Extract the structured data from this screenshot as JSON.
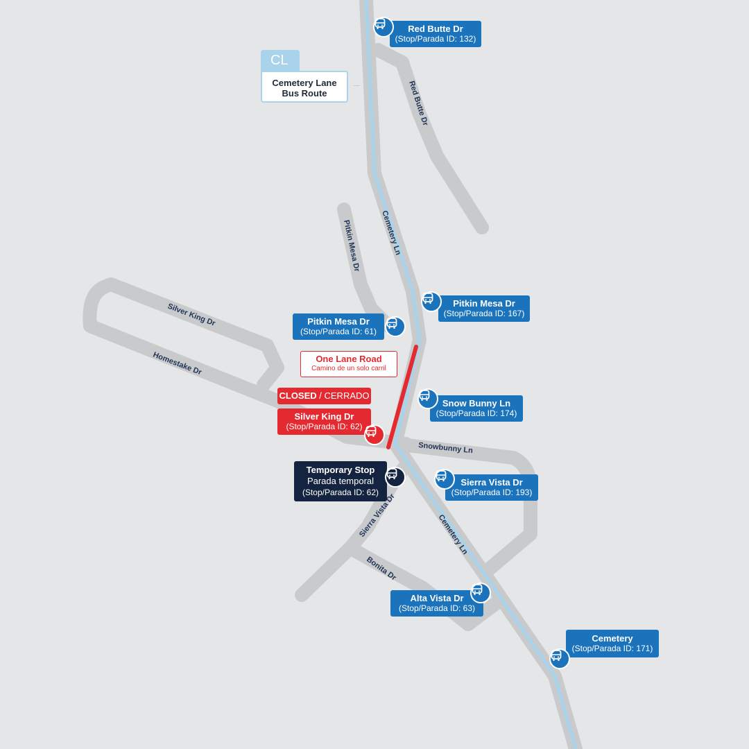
{
  "legend": {
    "code": "CL",
    "route_name": "Cemetery Lane Bus Route"
  },
  "streets": {
    "red_butte": "Red Butte Dr",
    "cemetery_ln": "Cemetery Ln",
    "pitkin_mesa": "Pitkin Mesa Dr",
    "silver_king": "Silver King Dr",
    "homestake": "Homestake Dr",
    "snowbunny": "Snowbunny Ln",
    "sierra_vista": "Sierra Vista Dr",
    "bonita": "Bonita Dr"
  },
  "stops": [
    {
      "name": "Red Butte Dr",
      "id_text": "(Stop/Parada ID: 132)"
    },
    {
      "name": "Pitkin Mesa Dr",
      "id_text": "(Stop/Parada ID: 167)"
    },
    {
      "name": "Pitkin Mesa Dr",
      "id_text": "(Stop/Parada ID: 61)"
    },
    {
      "name": "Snow Bunny Ln",
      "id_text": "(Stop/Parada ID: 174)"
    },
    {
      "name": "Sierra Vista Dr",
      "id_text": "(Stop/Parada ID: 193)"
    },
    {
      "name": "Alta Vista Dr",
      "id_text": "(Stop/Parada ID: 63)"
    },
    {
      "name": "Cemetery",
      "id_text": "(Stop/Parada ID: 171)"
    }
  ],
  "closed_stop": {
    "status_en": "CLOSED",
    "separator": " / ",
    "status_es": "CERRADO",
    "name": "Silver King Dr",
    "id_text": "(Stop/Parada ID: 62)"
  },
  "temporary_stop": {
    "title": "Temporary Stop",
    "title_es": "Parada temporal",
    "id_text": "(Stop/Parada ID: 62)"
  },
  "notice": {
    "title": "One Lane Road",
    "subtitle": "Camino de un solo carril"
  },
  "icons": {
    "stop": "bus-icon"
  },
  "colors": {
    "background": "#e5e6e8",
    "road": "#c9cacc",
    "route": "#a8d3ea",
    "stop_blue": "#1a73bb",
    "closed_red": "#e42a30",
    "temporary_navy": "#14233f"
  }
}
